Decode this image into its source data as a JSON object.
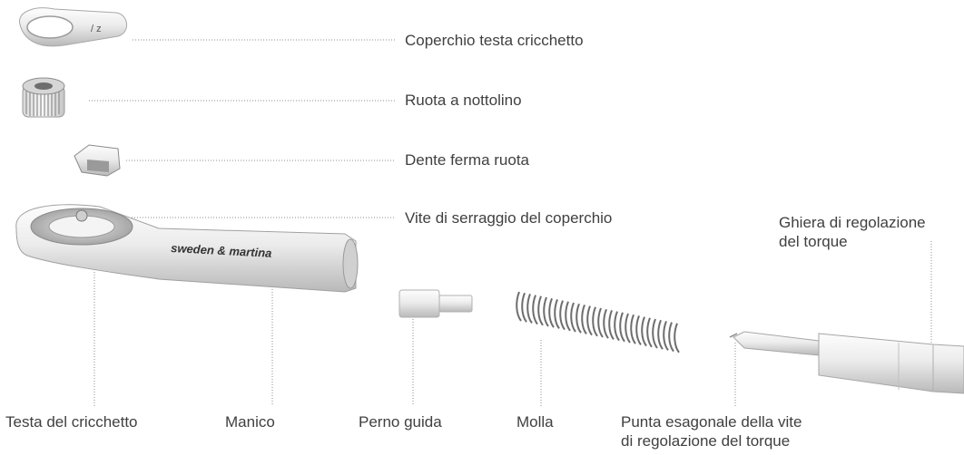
{
  "parts": {
    "cover": "Coperchio testa cricchetto",
    "wheel": "Ruota a nottolino",
    "tooth": "Dente ferma ruota",
    "screw": "Vite di serraggio del coperchio",
    "ring": [
      "Ghiera di regolazione",
      "del torque"
    ],
    "head": "Testa del cricchetto",
    "handle": "Manico",
    "pin": "Perno guida",
    "spring": "Molla",
    "tip": [
      "Punta esagonale della vite",
      "di regolazione del torque"
    ]
  },
  "brand": "sweden & martina",
  "colors": {
    "leader": "#8c8c8c",
    "metal_light": "#f2f2f2",
    "metal_dark": "#b5b5b5"
  }
}
